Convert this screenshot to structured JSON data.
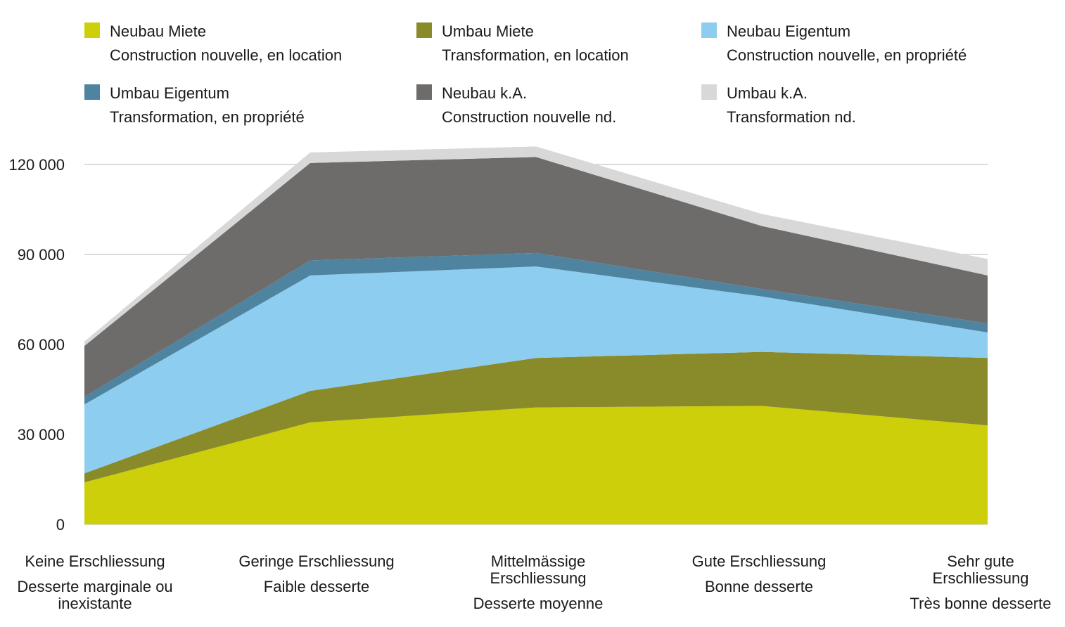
{
  "legend": [
    {
      "de": "Neubau Miete",
      "fr": "Construction nouvelle, en location",
      "color": "#cccf09"
    },
    {
      "de": "Umbau Miete",
      "fr": "Transformation, en location",
      "color": "#898a2a"
    },
    {
      "de": "Neubau Eigentum",
      "fr": "Construction nouvelle, en propriété",
      "color": "#8dcdef"
    },
    {
      "de": "Umbau Eigentum",
      "fr": "Transformation, en propriété",
      "color": "#4e84a0"
    },
    {
      "de": "Neubau k.A.",
      "fr": "Construction nouvelle nd.",
      "color": "#6e6c6a"
    },
    {
      "de": "Umbau k.A.",
      "fr": "Transformation nd.",
      "color": "#d8d8d8"
    }
  ],
  "categories": [
    {
      "de": "Keine Erschliessung",
      "fr": "Desserte marginale ou inexistante"
    },
    {
      "de": "Geringe Erschliessung",
      "fr": "Faible desserte"
    },
    {
      "de": "Mittelmässige Erschliessung",
      "fr": "Desserte moyenne"
    },
    {
      "de": "Gute Erschliessung",
      "fr": "Bonne desserte"
    },
    {
      "de": "Sehr gute Erschliessung",
      "fr": "Très bonne desserte"
    }
  ],
  "y_tick_labels": [
    "0",
    "30 000",
    "60 000",
    "90 000",
    "120 000"
  ],
  "chart_data": {
    "type": "area",
    "stacked": true,
    "categories": [
      "Keine Erschliessung",
      "Geringe Erschliessung",
      "Mittelmässige Erschliessung",
      "Gute Erschliessung",
      "Sehr gute Erschliessung"
    ],
    "series": [
      {
        "name": "Neubau Miete",
        "values": [
          14000,
          34000,
          39000,
          39500,
          33000
        ]
      },
      {
        "name": "Umbau Miete",
        "values": [
          3000,
          10500,
          16500,
          18000,
          22500
        ]
      },
      {
        "name": "Neubau Eigentum",
        "values": [
          23000,
          38500,
          30500,
          18500,
          8500
        ]
      },
      {
        "name": "Umbau Eigentum",
        "values": [
          2500,
          5000,
          4500,
          2500,
          3000
        ]
      },
      {
        "name": "Neubau k.A.",
        "values": [
          17000,
          32500,
          32000,
          21000,
          16000
        ]
      },
      {
        "name": "Umbau k.A.",
        "values": [
          1500,
          3500,
          3500,
          4000,
          5500
        ]
      }
    ],
    "ylim": [
      0,
      120000
    ],
    "yticks": [
      0,
      30000,
      60000,
      90000,
      120000
    ],
    "grid": true,
    "legend_position": "top"
  }
}
